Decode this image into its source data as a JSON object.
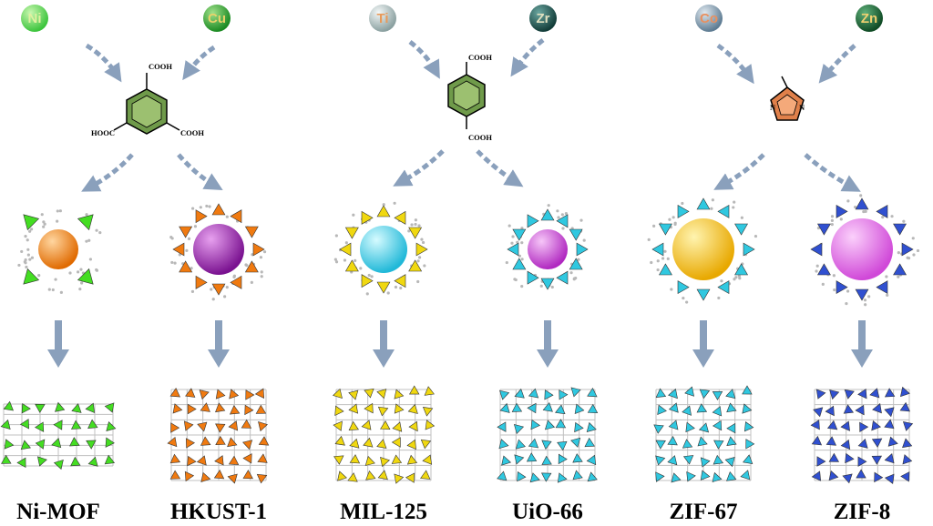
{
  "metals": [
    {
      "symbol": "Ni",
      "color": "#3cc43c",
      "text_color": "#e0f0a0"
    },
    {
      "symbol": "Cu",
      "color": "#22a62a",
      "text_color": "#e8d26a"
    },
    {
      "symbol": "Ti",
      "color": "#a7bcbc",
      "text_color": "#e89a5a"
    },
    {
      "symbol": "Zr",
      "color": "#1e5a55",
      "text_color": "#e0e0c0"
    },
    {
      "symbol": "Co",
      "color": "#7b97ac",
      "text_color": "#e89060"
    },
    {
      "symbol": "Zn",
      "color": "#1e6e3a",
      "text_color": "#f0d070"
    }
  ],
  "linkers": {
    "btc": {
      "group_top": "COOH",
      "group_left": "HOOC",
      "group_right": "COOH",
      "color": "#6f9a4a"
    },
    "bdc": {
      "group_top": "COOH",
      "group_bottom": "COOH",
      "color": "#6f9a4a"
    },
    "imidazole": {
      "n_left": "N",
      "n_right": "N",
      "color": "#e0804a"
    }
  },
  "mofs": [
    {
      "name": "Ni-MOF",
      "node_color": "#44dd22",
      "pore_color": "#f07a10"
    },
    {
      "name": "HKUST-1",
      "node_color": "#f07a10",
      "pore_color": "#9a24a8"
    },
    {
      "name": "MIL-125",
      "node_color": "#f0d810",
      "pore_color": "#40d0e8"
    },
    {
      "name": "UiO-66",
      "node_color": "#30c8e0",
      "pore_color": "#c04ad0"
    },
    {
      "name": "ZIF-67",
      "node_color": "#30c8e0",
      "pore_color": "#f0c020"
    },
    {
      "name": "ZIF-8",
      "node_color": "#3050d0",
      "pore_color": "#e060e0"
    }
  ],
  "arrow_color": "#8aa0bc"
}
